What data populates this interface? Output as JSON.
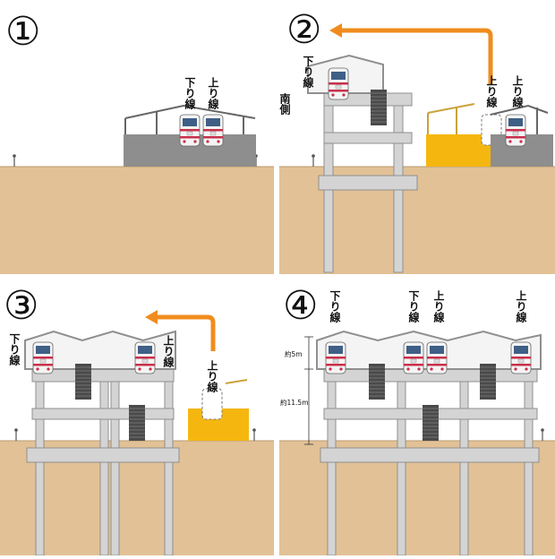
{
  "panels": [
    {
      "number": "①",
      "labels": {
        "down": "下り線",
        "up": "上り線"
      }
    },
    {
      "number": "②",
      "labels": {
        "down": "下り線",
        "up_a": "上り線",
        "up_b": "上り線",
        "south": "南側"
      }
    },
    {
      "number": "③",
      "labels": {
        "down": "下り線",
        "up_a": "上り線",
        "up_b": "上り線"
      }
    },
    {
      "number": "④",
      "labels": {
        "down_a": "下り線",
        "down_b": "下り線",
        "up_a": "上り線",
        "up_b": "上り線"
      },
      "dimensions": {
        "upper": "約5m",
        "total": "約11.5m"
      }
    }
  ],
  "colors": {
    "soil": "#e2c196",
    "station_gray": "#8e8e8e",
    "temporary": "#f5b70f",
    "arrow": "#f08c1e",
    "concrete": "#d4d4d4",
    "concrete_edge": "#8f8f8f",
    "train_red": "#c8304a"
  }
}
